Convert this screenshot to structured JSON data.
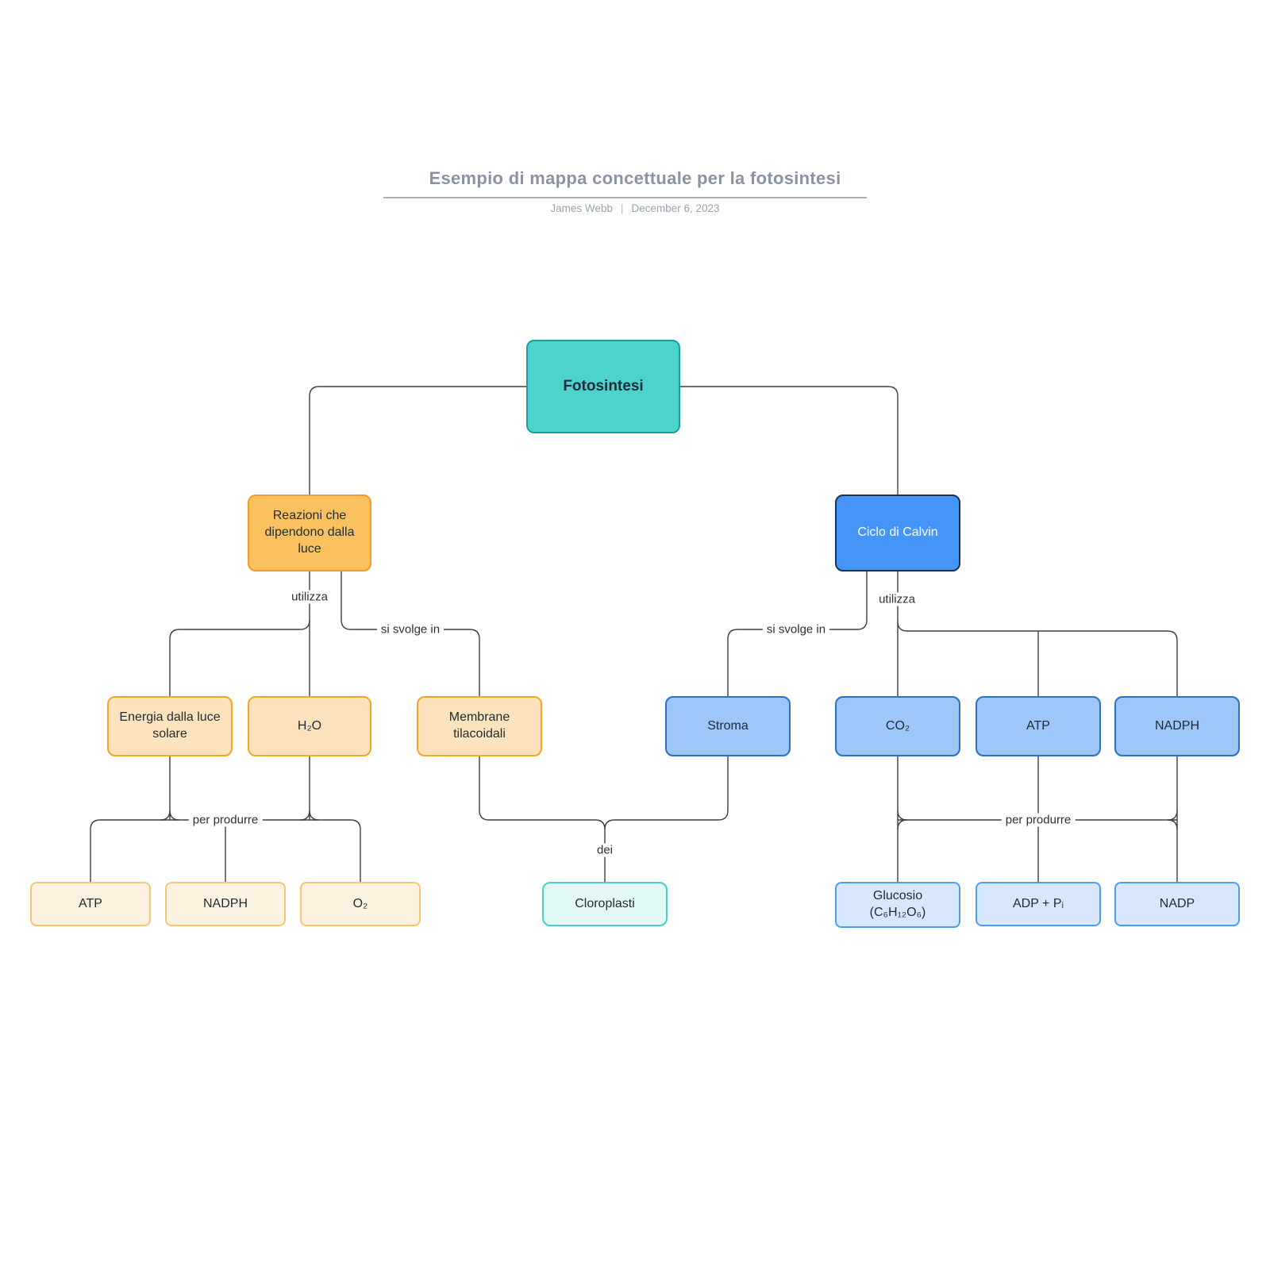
{
  "header": {
    "title": "Esempio di mappa concettuale per la fotosintesi",
    "author": "James Webb",
    "separator": "|",
    "date": "December 6, 2023"
  },
  "colors": {
    "teal_fill": "#4cd3cc",
    "teal_border": "#17a099",
    "mint_fill": "#e1f8f4",
    "mint_border": "#49cfc7",
    "orange_fill": "#fcc15f",
    "orange_border": "#f09c26",
    "orange_light_fill": "#fce3bd",
    "orange_light_border": "#f5a623",
    "orange_pale_fill": "#fdf2df",
    "orange_pale_border": "#f8c573",
    "blue_fill": "#4495f7",
    "blue_border": "#14335b",
    "blue_light_fill": "#9cc7f8",
    "blue_light_border": "#2e6fc5",
    "blue_pale_fill": "#d7e8fd",
    "blue_pale_border": "#4d9bf5",
    "line": "#3f3f3f"
  },
  "nodes": {
    "fotosintesi": {
      "label": "Fotosintesi"
    },
    "reazioni_luce": {
      "label": "Reazioni che dipendono dalla luce"
    },
    "ciclo_calvin": {
      "label": "Ciclo di Calvin"
    },
    "energia_solare": {
      "label": "Energia dalla luce solare"
    },
    "h2o": {
      "label": "H₂O"
    },
    "membrane": {
      "label": "Membrane tilacoidali"
    },
    "stroma": {
      "label": "Stroma"
    },
    "co2": {
      "label": "CO₂"
    },
    "atp_in": {
      "label": "ATP"
    },
    "nadph_in": {
      "label": "NADPH"
    },
    "atp_out": {
      "label": "ATP"
    },
    "nadph_out": {
      "label": "NADPH"
    },
    "o2": {
      "label": "O₂"
    },
    "cloroplasti": {
      "label": "Cloroplasti"
    },
    "glucosio": {
      "label": "Glucosio",
      "formula": "(C₆H₁₂O₆)"
    },
    "adp_pi": {
      "label": "ADP + Pᵢ"
    },
    "nadp": {
      "label": "NADP"
    }
  },
  "edge_labels": {
    "utilizza_left": "utilizza",
    "si_svolge_in_left": "si svolge in",
    "per_produrre_left": "per produrre",
    "dei": "dei",
    "utilizza_right": "utilizza",
    "si_svolge_in_right": "si svolge in",
    "per_produrre_right": "per produrre"
  }
}
